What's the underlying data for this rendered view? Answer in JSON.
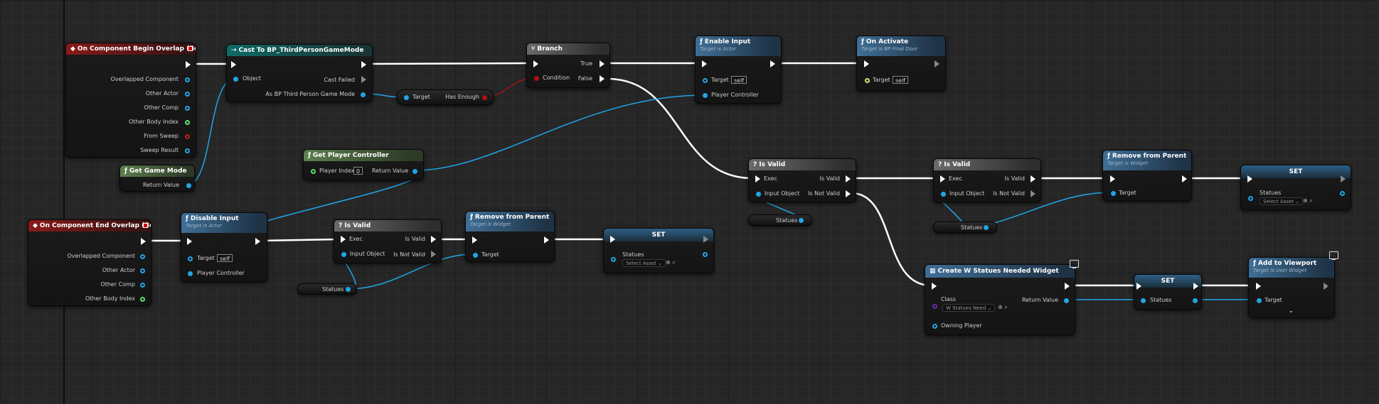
{
  "nodes": {
    "begin_overlap": {
      "title": "On Component Begin Overlap (Box)",
      "pins": [
        "Overlapped Component",
        "Other Actor",
        "Other Comp",
        "Other Body Index",
        "From Sweep",
        "Sweep Result"
      ]
    },
    "get_game_mode": {
      "title": "Get Game Mode",
      "return": "Return Value"
    },
    "cast": {
      "title": "Cast To BP_ThirdPersonGameMode",
      "object": "Object",
      "cast_failed": "Cast Failed",
      "as_out": "As BP Third Person Game Mode"
    },
    "has_enough": {
      "target": "Target",
      "value": "Has Enough"
    },
    "branch": {
      "title": "Branch",
      "true": "True",
      "false": "False",
      "condition": "Condition"
    },
    "enable_input": {
      "title": "Enable Input",
      "subtitle": "Target is Actor",
      "target": "Target",
      "self": "self",
      "player_controller": "Player Controller"
    },
    "on_activate": {
      "title": "On Activate",
      "subtitle": "Target is BP Final Door",
      "target": "Target",
      "self": "self"
    },
    "get_player_controller": {
      "title": "Get Player Controller",
      "player_index": "Player Index",
      "index_value": "0",
      "return": "Return Value"
    },
    "end_overlap": {
      "title": "On Component End Overlap (Box)",
      "pins": [
        "Overlapped Component",
        "Other Actor",
        "Other Comp",
        "Other Body Index"
      ]
    },
    "disable_input": {
      "title": "Disable Input",
      "subtitle": "Target is Actor",
      "target": "Target",
      "self": "self",
      "player_controller": "Player Controller"
    },
    "is_valid_1": {
      "title": "Is Valid",
      "exec": "Exec",
      "input": "Input Object",
      "is_valid": "Is Valid",
      "is_not_valid": "Is Not Valid"
    },
    "statues_var_1": {
      "label": "Statues"
    },
    "remove_parent_1": {
      "title": "Remove from Parent",
      "subtitle": "Target is Widget",
      "target": "Target"
    },
    "set_1": {
      "title": "SET",
      "label": "Statues",
      "asset": "Select Asset"
    },
    "is_valid_2": {
      "title": "Is Valid",
      "exec": "Exec",
      "input": "Input Object",
      "is_valid": "Is Valid",
      "is_not_valid": "Is Not Valid"
    },
    "statues_var_2": {
      "label": "Statues"
    },
    "is_valid_3": {
      "title": "Is Valid",
      "exec": "Exec",
      "input": "Input Object",
      "is_valid": "Is Valid",
      "is_not_valid": "Is Not Valid"
    },
    "statues_var_3": {
      "label": "Statues"
    },
    "remove_parent_2": {
      "title": "Remove from Parent",
      "subtitle": "Target is Widget",
      "target": "Target"
    },
    "set_2": {
      "title": "SET",
      "label": "Statues",
      "asset": "Select Asset"
    },
    "create_widget": {
      "title": "Create W Statues Needed Widget",
      "class": "Class",
      "class_value": "W Statues Need",
      "return": "Return Value",
      "owning_player": "Owning Player"
    },
    "set_3": {
      "title": "SET",
      "label": "Statues"
    },
    "add_viewport": {
      "title": "Add to Viewport",
      "subtitle": "Target is User Widget",
      "target": "Target"
    }
  },
  "icons": {
    "event": "event-diamond-icon",
    "function": "function-f-icon",
    "macro": "question-icon",
    "cast": "cast-arrows-icon",
    "branch": "branch-icon",
    "widget": "widget-icon",
    "monitor": "monitor-icon"
  },
  "colors": {
    "exec": "#ffffff",
    "object": "#1fa6e8",
    "bool": "#b10f0f",
    "int": "#5be06a",
    "event_header": "#8a1a1a",
    "function_header": "#3f6f96",
    "pure_header": "#5e7f4e"
  }
}
